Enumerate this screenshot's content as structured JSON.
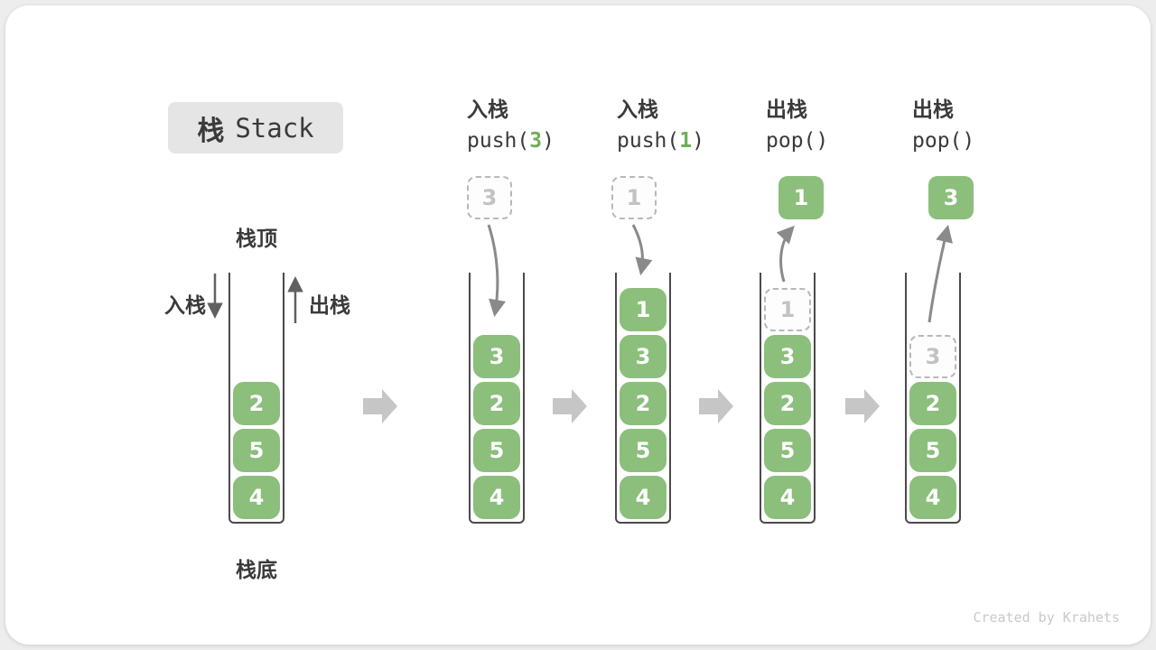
{
  "title": {
    "zh": "栈",
    "en": "Stack"
  },
  "legend": {
    "top": "栈顶",
    "bottom": "栈底",
    "push": "入栈",
    "pop": "出栈"
  },
  "operations": [
    {
      "label": "入栈",
      "code": [
        {
          "t": "push("
        },
        {
          "t": "3",
          "highlight": true
        },
        {
          "t": ")"
        }
      ]
    },
    {
      "label": "入栈",
      "code": [
        {
          "t": "push("
        },
        {
          "t": "1",
          "highlight": true
        },
        {
          "t": ")"
        }
      ]
    },
    {
      "label": "出栈",
      "code": [
        {
          "t": "pop()"
        }
      ]
    },
    {
      "label": "出栈",
      "code": [
        {
          "t": "pop()"
        }
      ]
    }
  ],
  "stacks": [
    {
      "name": "initial-stack",
      "cells": [
        {
          "v": "2"
        },
        {
          "v": "5"
        },
        {
          "v": "4"
        }
      ]
    },
    {
      "name": "after-push-3",
      "float": {
        "v": "3",
        "style": "dashed"
      },
      "cells": [
        {
          "v": "3"
        },
        {
          "v": "2"
        },
        {
          "v": "5"
        },
        {
          "v": "4"
        }
      ]
    },
    {
      "name": "after-push-1",
      "float": {
        "v": "1",
        "style": "dashed"
      },
      "cells": [
        {
          "v": "1"
        },
        {
          "v": "3"
        },
        {
          "v": "2"
        },
        {
          "v": "5"
        },
        {
          "v": "4"
        }
      ]
    },
    {
      "name": "after-pop-1",
      "float": {
        "v": "1",
        "style": "solid"
      },
      "cells": [
        {
          "v": "1",
          "ghost": true
        },
        {
          "v": "3"
        },
        {
          "v": "2"
        },
        {
          "v": "5"
        },
        {
          "v": "4"
        }
      ]
    },
    {
      "name": "after-pop-3",
      "float": {
        "v": "3",
        "style": "solid"
      },
      "cells": [
        {
          "v": "3",
          "ghost": true
        },
        {
          "v": "2"
        },
        {
          "v": "5"
        },
        {
          "v": "4"
        }
      ]
    }
  ],
  "footer": {
    "credit": "Created by Krahets"
  },
  "colors": {
    "block_green": "#8cbe7c",
    "code_highlight_green": "#6fae58",
    "ghost_gray": "#b8b8b8",
    "container_stroke": "#4a4a4a",
    "curved_arrow": "#8a8a8a",
    "legend_arrow": "#606060",
    "transition_arrow": "#c6c6c6",
    "title_box_bg": "#e5e5e5",
    "text_dark": "#3a3a3a",
    "footer_gray": "#c9c9c9"
  }
}
